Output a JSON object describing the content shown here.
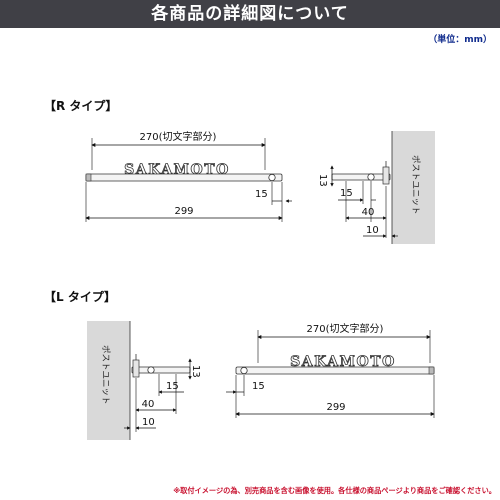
{
  "header": {
    "title": "各商品の詳細図について"
  },
  "unit_note": "（単位：mm）",
  "r_type": {
    "label": "【R タイプ】",
    "plate_text": "SAKAMOTO",
    "dim_cut_text": "270(切文字部分)",
    "dim_total": "299",
    "dim_end": "15",
    "side_13": "13",
    "side_15": "15",
    "side_40": "40",
    "side_10": "10",
    "post_unit": "ポストユニット"
  },
  "l_type": {
    "label": "【L タイプ】",
    "plate_text": "SAKAMOTO",
    "dim_cut_text": "270(切文字部分)",
    "dim_total": "299",
    "dim_end": "15",
    "side_13": "13",
    "side_15": "15",
    "side_40": "40",
    "side_10": "10",
    "post_unit": "ポストユニット"
  },
  "footer_note": "※取付イメージの為、別売商品を含む画像を使用。各仕様の商品ページより商品をご確認ください。"
}
